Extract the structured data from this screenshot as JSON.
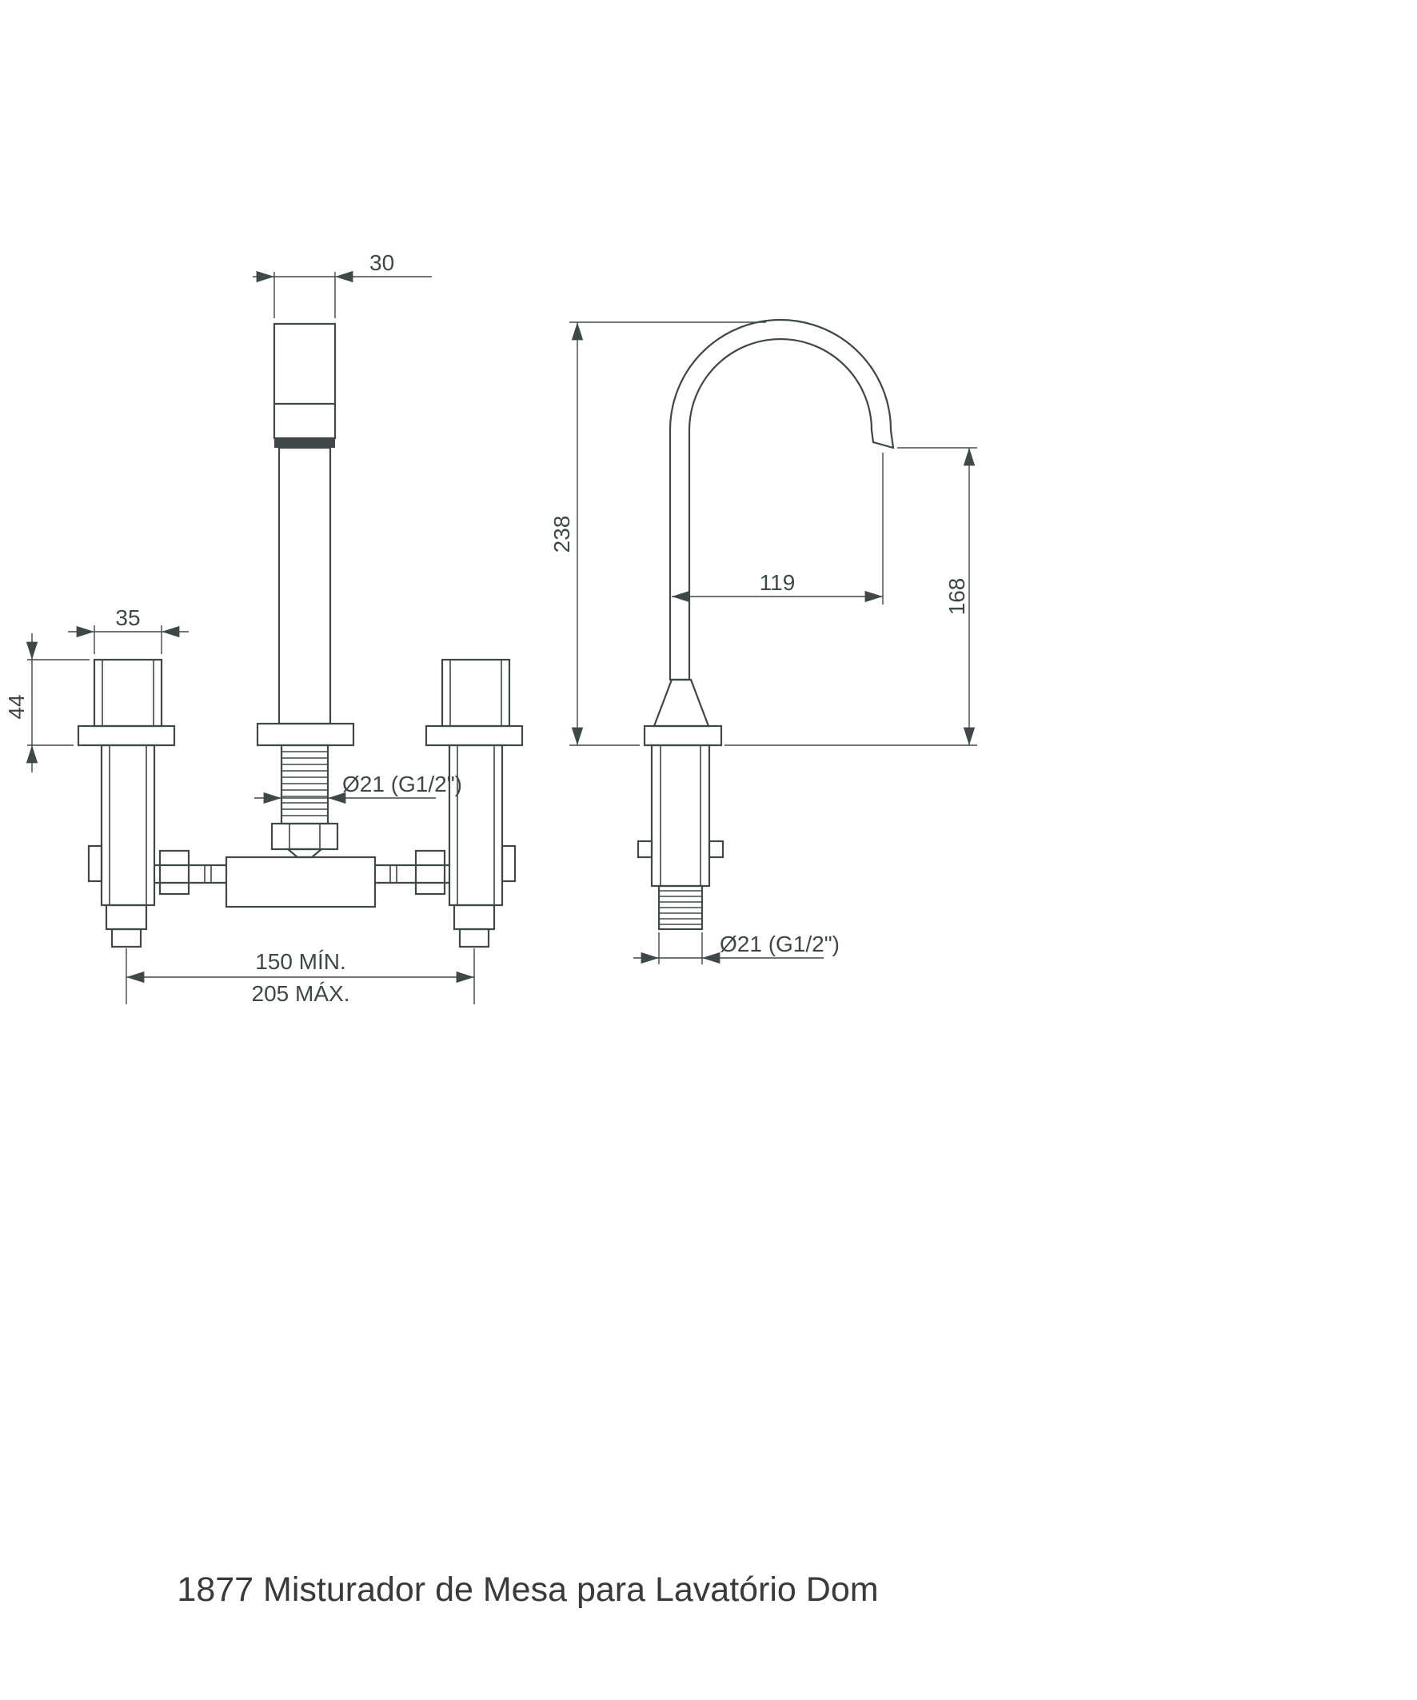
{
  "caption": "1877 Misturador de Mesa para Lavatório Dom",
  "front_view": {
    "dim_spout_width": "30",
    "dim_handle_width": "35",
    "dim_handle_height": "44",
    "dim_thread": "Ø21 (G1/2\")",
    "dim_spacing_min": "150 MÍN.",
    "dim_spacing_max": "205 MÁX."
  },
  "side_view": {
    "dim_total_height": "238",
    "dim_spout_reach": "119",
    "dim_outlet_height": "168",
    "dim_thread": "Ø21 (G1/2\")"
  },
  "colors": {
    "line": "#3e4849",
    "caption_text": "#3a3a3a",
    "background": "#ffffff"
  }
}
